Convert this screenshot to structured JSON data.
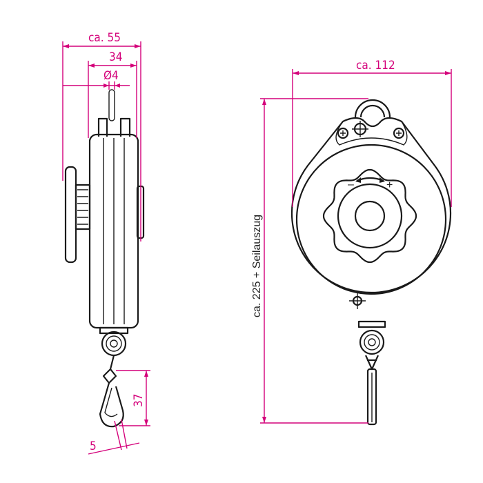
{
  "dimensions": {
    "width_side": "ca. 55",
    "body_depth": "34",
    "rope_diameter": "Ø4",
    "hook_height": "37",
    "hook_opening": "5",
    "width_front": "ca. 112",
    "height_front": "ca. 225 + Seilauszug"
  },
  "colors": {
    "dimension": "#d4007a",
    "drawing": "#1a1a1a"
  },
  "knob_marks": {
    "minus": "–",
    "plus": "+"
  }
}
